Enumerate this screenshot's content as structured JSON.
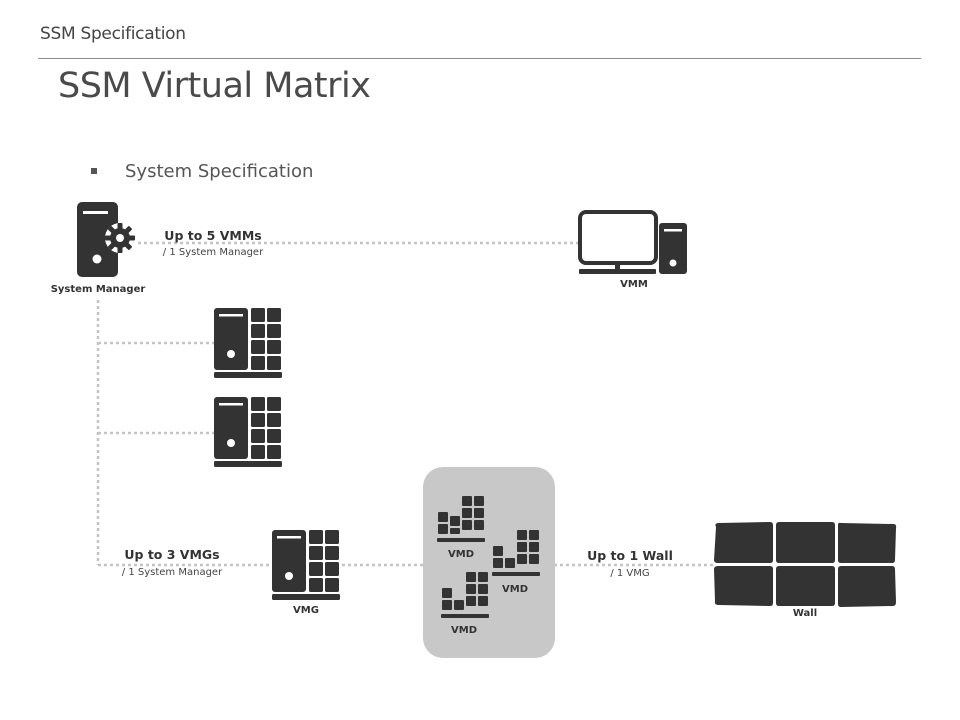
{
  "header": {
    "section": "SSM Specification"
  },
  "page": {
    "title": "SSM Virtual Matrix",
    "bullet": "System Specification"
  },
  "diagram": {
    "nodes": {
      "system_manager": "System Manager",
      "vmm": "VMM",
      "vmg": "VMG",
      "vmd_1": "VMD",
      "vmd_2": "VMD",
      "vmd_3": "VMD",
      "wall": "Wall"
    },
    "links": {
      "vmm": {
        "label": "Up to 5 VMMs",
        "sub": "/ 1 System Manager"
      },
      "vmg": {
        "label": "Up to 3 VMGs",
        "sub": "/ 1 System Manager"
      },
      "wall": {
        "label": "Up to 1 Wall",
        "sub": "/ 1 VMG"
      }
    },
    "colors": {
      "icon": "#333333",
      "connector": "#c4c4c4",
      "vmd_group_bg": "#c8c8c8"
    },
    "icons": [
      "server-gear-icon",
      "monitor-pc-icon",
      "server-grid-icon",
      "video-wall-icon"
    ]
  }
}
